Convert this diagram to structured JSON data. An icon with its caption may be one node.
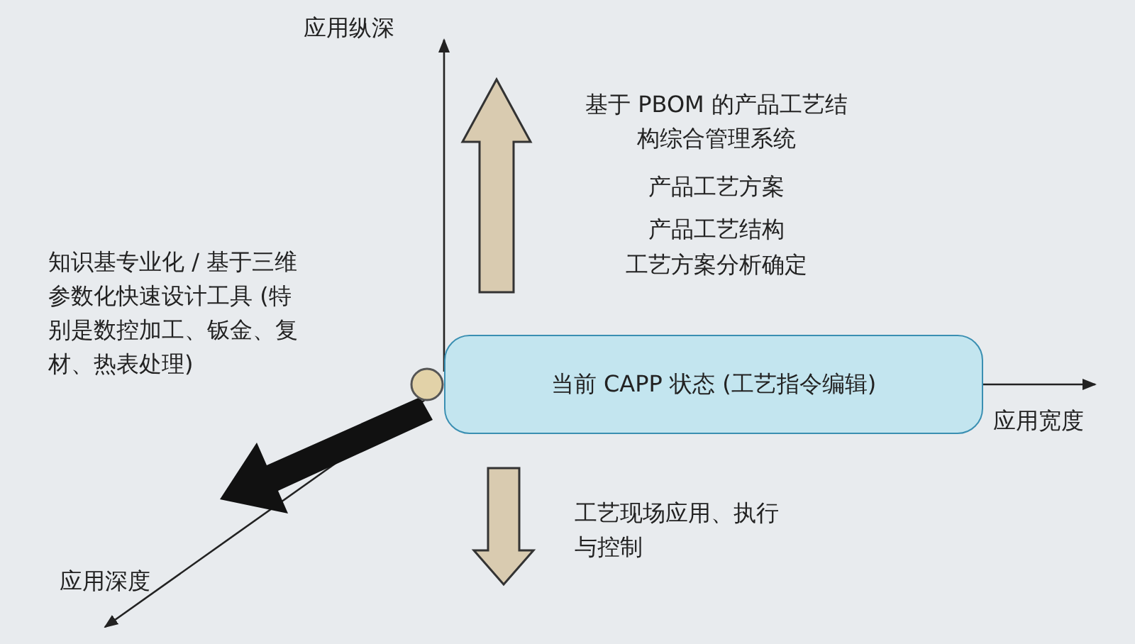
{
  "diagram": {
    "nodes": [
      {
        "text": [],
        "shape": "circle"
      },
      {
        "text": [
          "当前 CAPP 状态 (工艺指令编辑)"
        ]
      }
    ],
    "labels": [
      "应用纵深",
      "基于 PBOM 的产品工艺结构综合管理系统",
      "产品工艺方案",
      "产品工艺结构",
      "工艺方案分析确定",
      "知识基专业化 / 基于三维参数化快速设计工具 (特别是数控加工、钣金、复材、热表处理)",
      "应用宽度",
      "工艺现场应用、执行与控制",
      "应用深度"
    ]
  }
}
